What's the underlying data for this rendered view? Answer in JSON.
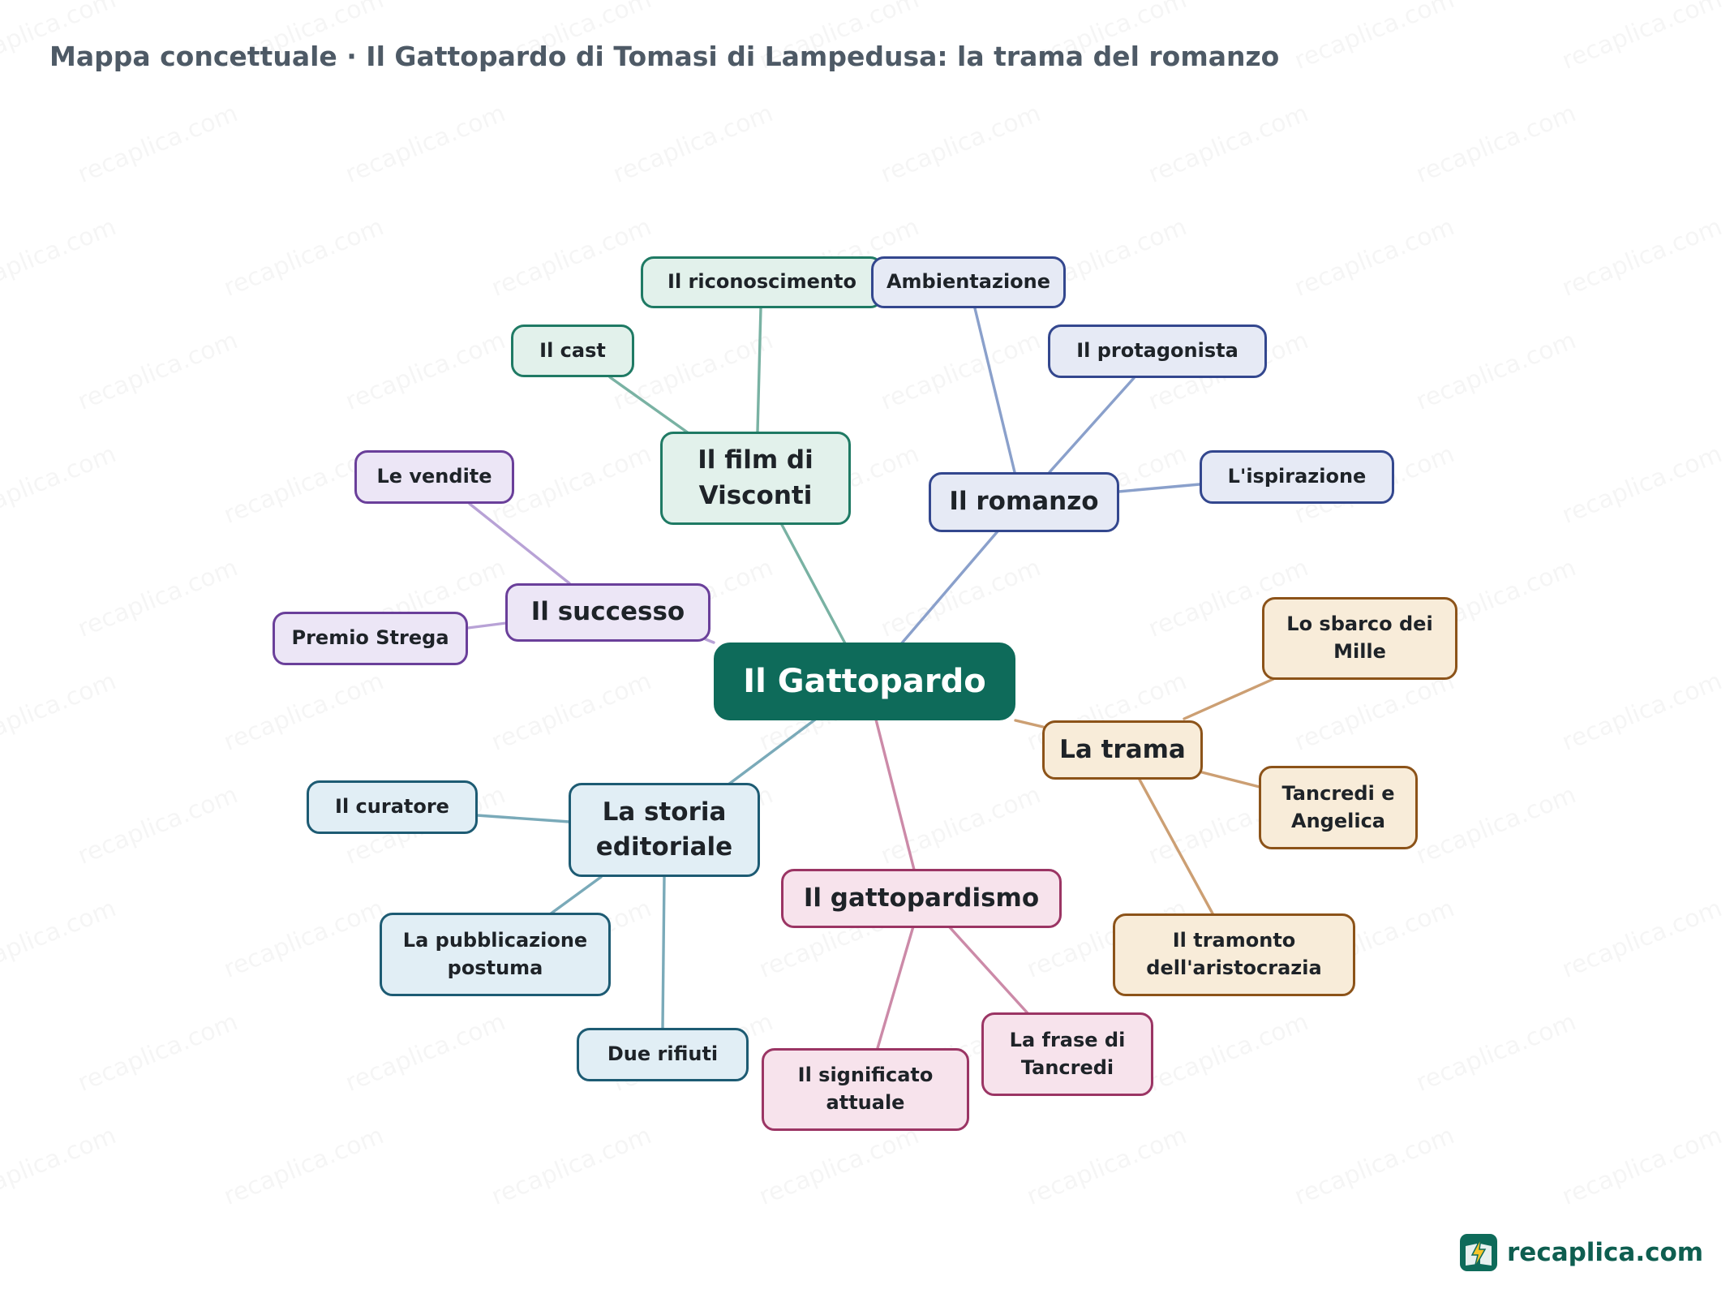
{
  "title": "Mappa concettuale · Il Gattopardo di Tomasi di Lampedusa: la trama del romanzo",
  "watermark_text": "recaplica.com",
  "brand": {
    "name": "recaplica.com",
    "icon": "lightning-book-icon"
  },
  "colors": {
    "root": "#0e6b5a",
    "film": "#1f7a64",
    "romanzo": "#33478e",
    "successo": "#6a3f9a",
    "trama": "#8c5319",
    "storia_editoriale": "#1d5b73",
    "gattopardismo": "#9b3564"
  },
  "root": {
    "label": "Il Gattopardo"
  },
  "branches": {
    "film": {
      "label": "Il film di Visconti",
      "children": [
        "Il riconoscimento",
        "Il cast"
      ]
    },
    "romanzo": {
      "label": "Il romanzo",
      "children": [
        "Ambientazione",
        "Il protagonista",
        "L'ispirazione"
      ]
    },
    "successo": {
      "label": "Il successo",
      "children": [
        "Le vendite",
        "Premio Strega"
      ]
    },
    "trama": {
      "label": "La trama",
      "children": [
        "Lo sbarco dei Mille",
        "Tancredi e Angelica",
        "Il tramonto dell'aristocrazia"
      ]
    },
    "storia_editoriale": {
      "label": "La storia editoriale",
      "children": [
        "Il curatore",
        "La pubblicazione postuma",
        "Due rifiuti"
      ]
    },
    "gattopardismo": {
      "label": "Il gattopardismo",
      "children": [
        "Il significato attuale",
        "La frase di Tancredi"
      ]
    }
  }
}
